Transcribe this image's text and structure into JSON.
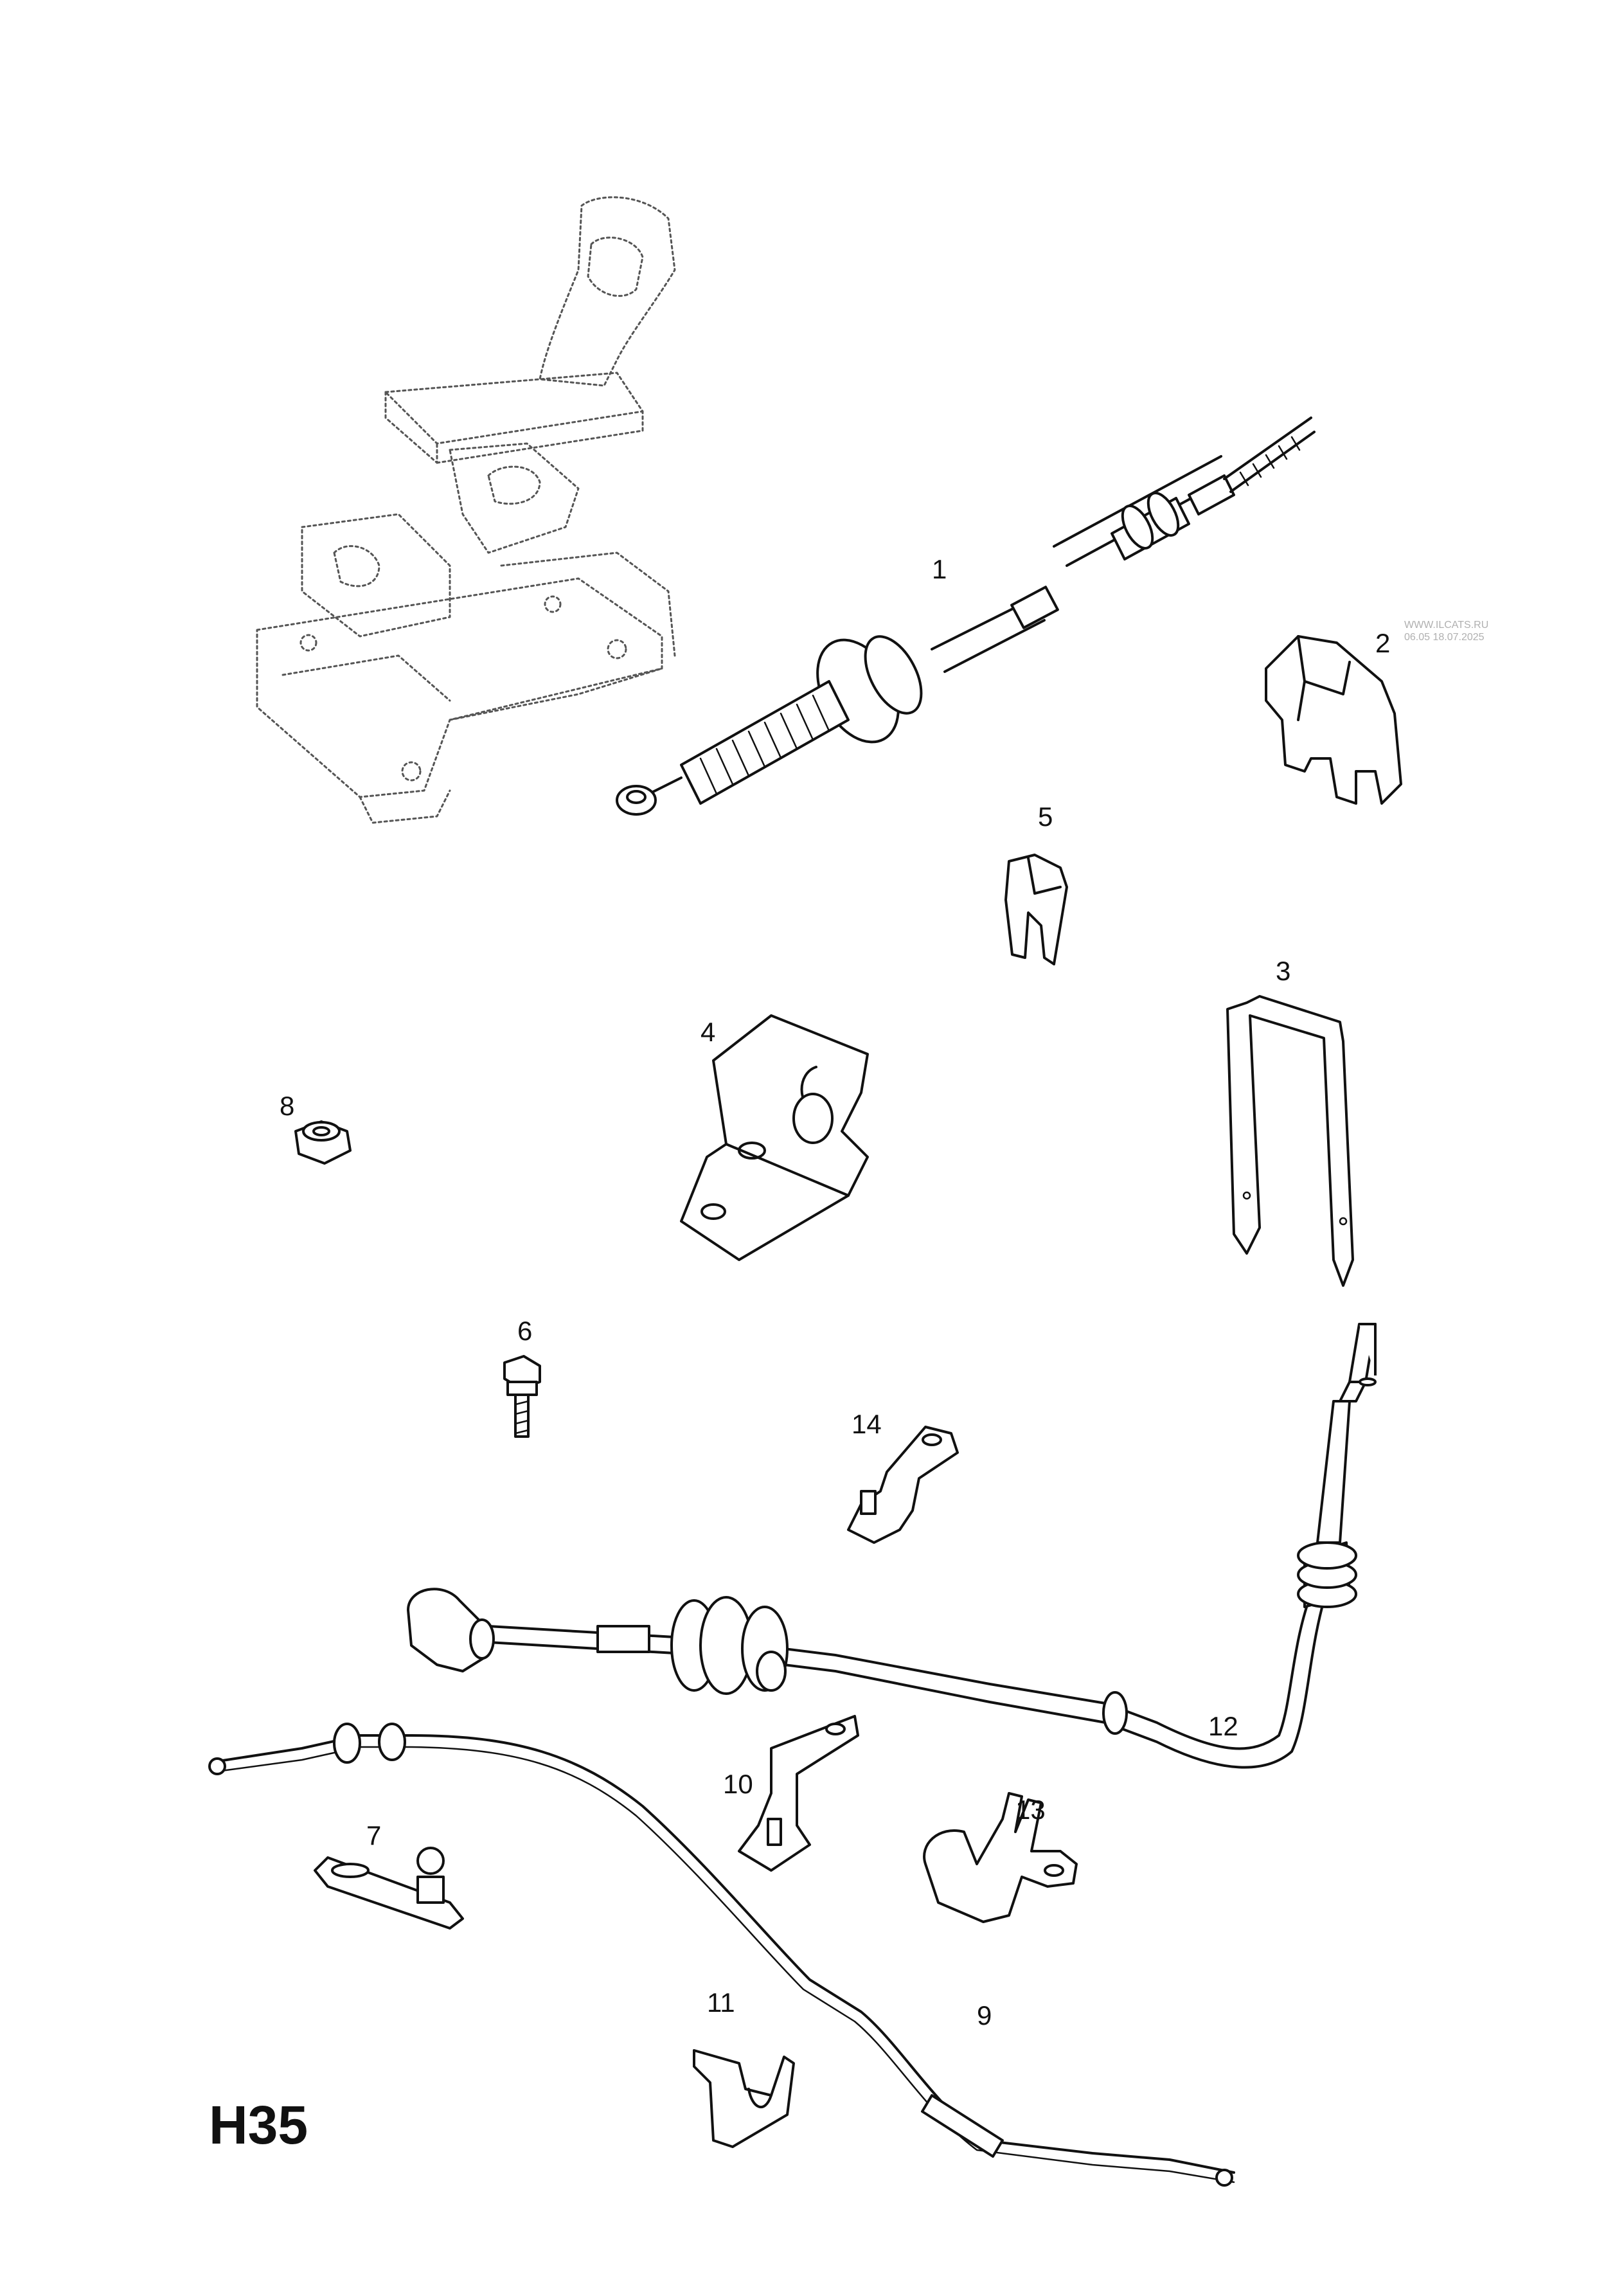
{
  "page_code": "H35",
  "watermark": {
    "line1": "WWW.ILCATS.RU",
    "line2": "06.05 18.07.2025"
  },
  "callouts": [
    "1",
    "2",
    "3",
    "4",
    "5",
    "6",
    "7",
    "8",
    "9",
    "10",
    "11",
    "12",
    "13",
    "14"
  ]
}
